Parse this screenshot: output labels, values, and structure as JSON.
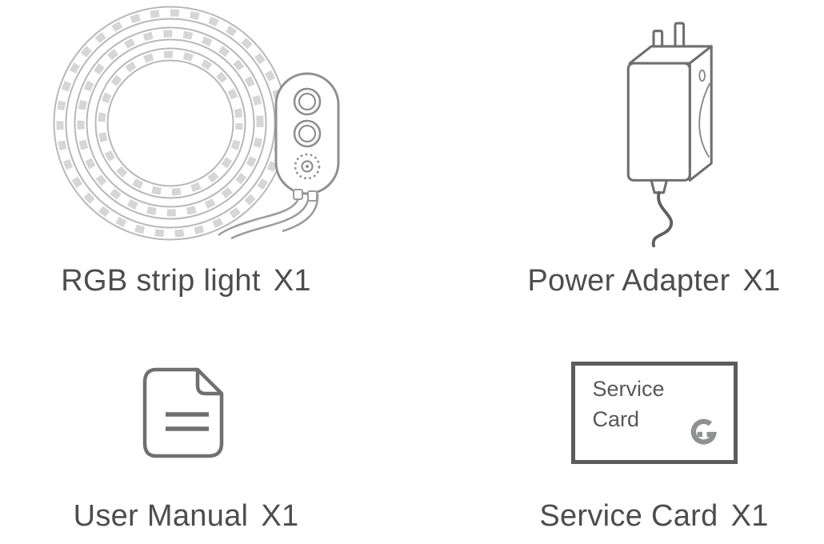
{
  "items": {
    "strip": {
      "name": "RGB strip light",
      "qty": "X1"
    },
    "adapter": {
      "name": "Power Adapter",
      "qty": "X1"
    },
    "manual": {
      "name": "User Manual",
      "qty": "X1"
    },
    "card": {
      "name": "Service Card",
      "qty": "X1"
    }
  },
  "service_card": {
    "line1": "Service",
    "line2": "Card",
    "logo_icon": "govee-g-logo"
  },
  "colors": {
    "label_text": "#4d4d4d",
    "illustration_outline": "#6f6f6f",
    "strip_outline": "#b8b8b8",
    "led_fill": "#d6d6d6",
    "controller_outline": "#8f8f8f",
    "card_border": "#5c5c5c",
    "card_text": "#585858",
    "logo": "#8f9092"
  }
}
